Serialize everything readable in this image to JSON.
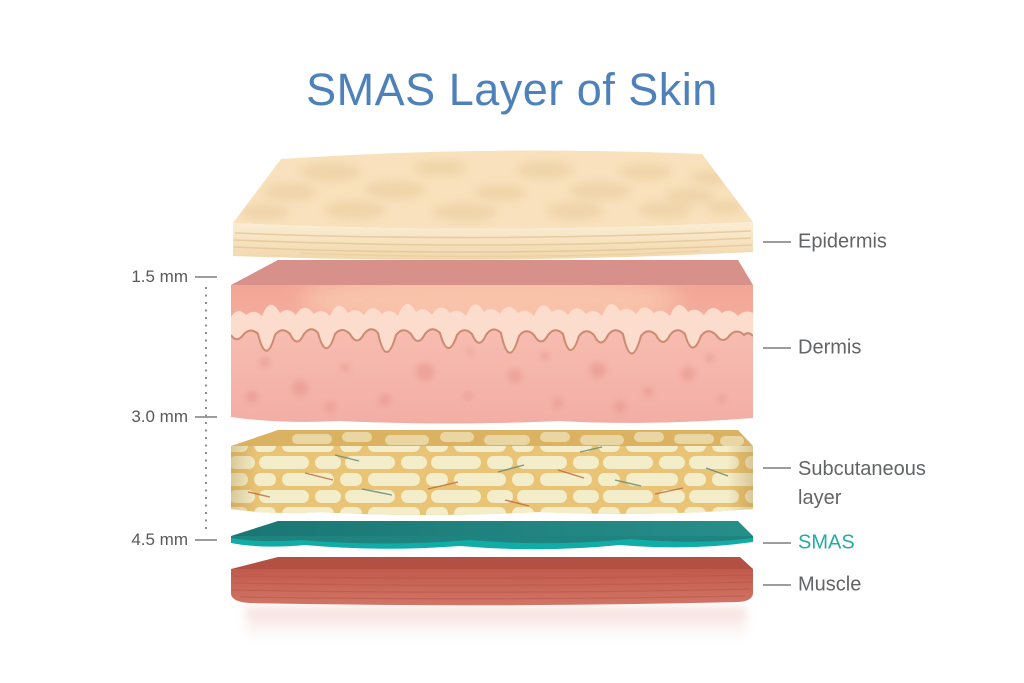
{
  "title": "SMAS Layer of Skin",
  "scale": {
    "marks": [
      {
        "value": "1.5 mm"
      },
      {
        "value": "3.0 mm"
      },
      {
        "value": "4.5 mm"
      }
    ]
  },
  "layers": [
    {
      "name": "Epidermis"
    },
    {
      "name": "Dermis"
    },
    {
      "name": "Subcutaneous layer"
    },
    {
      "name": "SMAS"
    },
    {
      "name": "Muscle"
    }
  ],
  "colors": {
    "title_blue": "#4e81ba",
    "label_gray": "#636466",
    "smas_label_teal": "#23aca6",
    "measurement_gray": "#58595b",
    "epidermis_cream": "#f8e1bc",
    "dermis_top_rose": "#d8908a",
    "dermis_pink": "#f5b4aa",
    "dermis_papillary_light": "#fcdccd",
    "dermis_junction_line": "#cc8a70",
    "subcutaneous_gold": "#e9c476",
    "fat_cell_cream": "#f3edc9",
    "smas_dark_teal": "#1f837f",
    "smas_bright_teal": "#12aca6",
    "muscle_red": "#c96253",
    "annotation_line_gray": "#9b9da0"
  }
}
